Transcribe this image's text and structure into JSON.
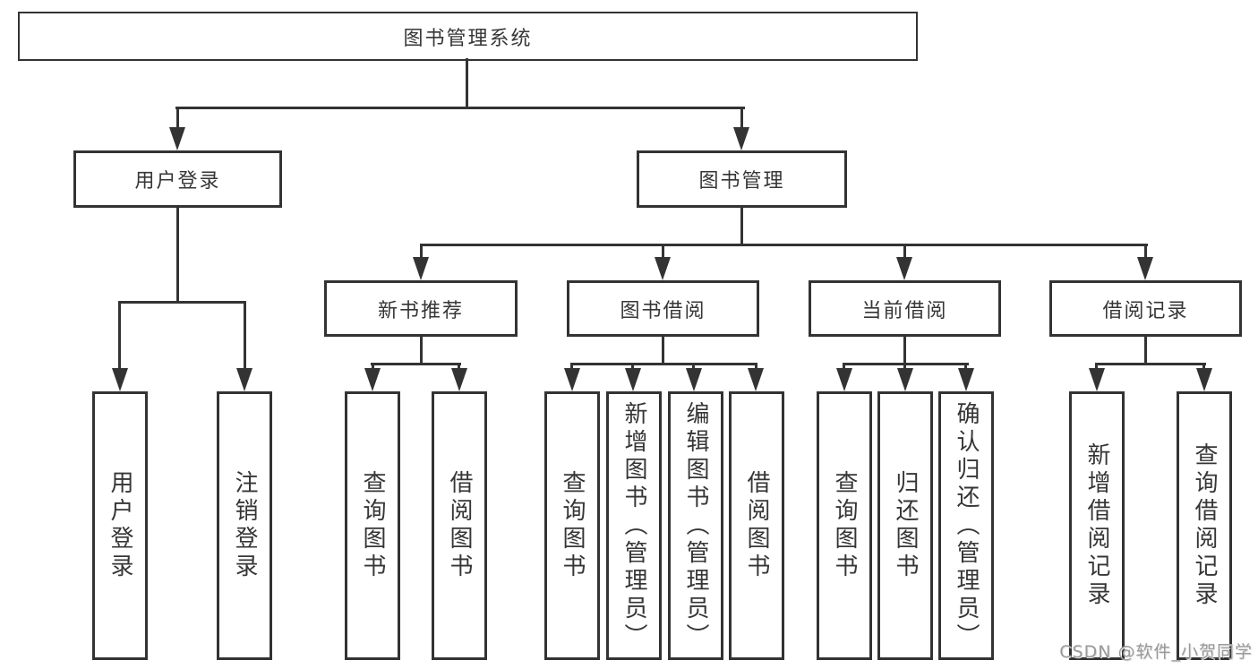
{
  "colors": {
    "line": "#333333",
    "box_border": "#333333",
    "text": "#363636",
    "background": "#ffffff",
    "watermark": "#9a9a9a"
  },
  "watermark": {
    "text": "CSDN @软件_小贺同学"
  },
  "tree": {
    "root": {
      "label": "图书管理系统"
    },
    "level2": [
      {
        "label": "用户登录",
        "parent": "图书管理系统"
      },
      {
        "label": "图书管理",
        "parent": "图书管理系统"
      }
    ],
    "level3": [
      {
        "label": "新书推荐",
        "parent": "图书管理"
      },
      {
        "label": "图书借阅",
        "parent": "图书管理"
      },
      {
        "label": "当前借阅",
        "parent": "图书管理"
      },
      {
        "label": "借阅记录",
        "parent": "图书管理"
      }
    ],
    "leaves": [
      {
        "label": "用户登录",
        "parent": "用户登录"
      },
      {
        "label": "注销登录",
        "parent": "用户登录"
      },
      {
        "label": "查询图书",
        "parent": "新书推荐"
      },
      {
        "label": "借阅图书",
        "parent": "新书推荐"
      },
      {
        "label": "查询图书",
        "parent": "图书借阅"
      },
      {
        "label": "新增图书（管理员）",
        "parent": "图书借阅"
      },
      {
        "label": "编辑图书（管理员）",
        "parent": "图书借阅"
      },
      {
        "label": "借阅图书",
        "parent": "图书借阅"
      },
      {
        "label": "查询图书",
        "parent": "当前借阅"
      },
      {
        "label": "归还图书",
        "parent": "当前借阅"
      },
      {
        "label": "确认归还（管理员）",
        "parent": "当前借阅"
      },
      {
        "label": "新增借阅记录",
        "parent": "借阅记录"
      },
      {
        "label": "查询借阅记录",
        "parent": "借阅记录"
      }
    ]
  }
}
